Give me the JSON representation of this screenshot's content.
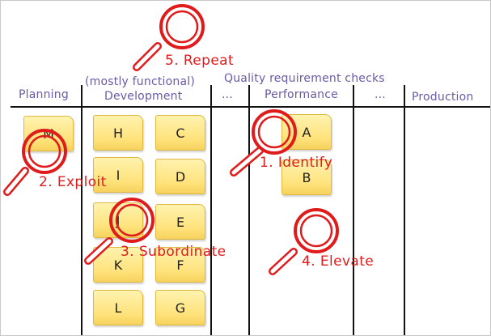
{
  "columns": {
    "planning": "Planning",
    "dev_sub": "(mostly functional)",
    "development": "Development",
    "dots_left": "...",
    "quality": "Quality requirement checks",
    "performance": "Performance",
    "dots_right": "...",
    "production": "Production"
  },
  "notes": {
    "planning": [
      "M"
    ],
    "development_left": [
      "H",
      "I",
      "J",
      "K",
      "L"
    ],
    "development_right": [
      "C",
      "D",
      "E",
      "F",
      "G"
    ],
    "performance": [
      "A",
      "B"
    ]
  },
  "steps": {
    "identify": "1. Identify",
    "exploit": "2. Exploit",
    "subordinate": "3. Subordinate",
    "elevate": "4. Elevate",
    "repeat": "5. Repeat"
  },
  "colors": {
    "header": "#6b5aa6",
    "annotation": "#e01b1b",
    "note": "#ffe27a"
  }
}
